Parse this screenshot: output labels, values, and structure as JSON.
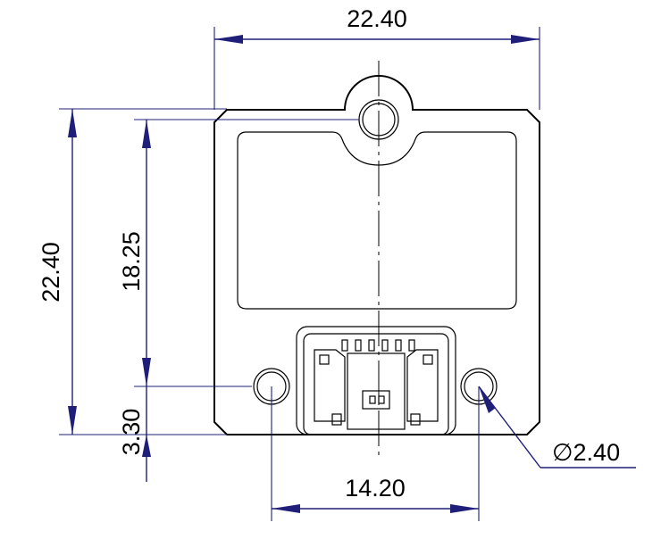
{
  "drawing": {
    "dimensions": {
      "width_top": "22.40",
      "height_left": "22.40",
      "hole_spacing_vertical": "18.25",
      "hole_offset_bottom": "3.30",
      "hole_spacing_horizontal": "14.20",
      "hole_diameter": "2.40"
    },
    "diameter_symbol": "∅"
  },
  "colors": {
    "dimension": "#1f1f7a",
    "outline": "#000000",
    "background": "#ffffff"
  }
}
